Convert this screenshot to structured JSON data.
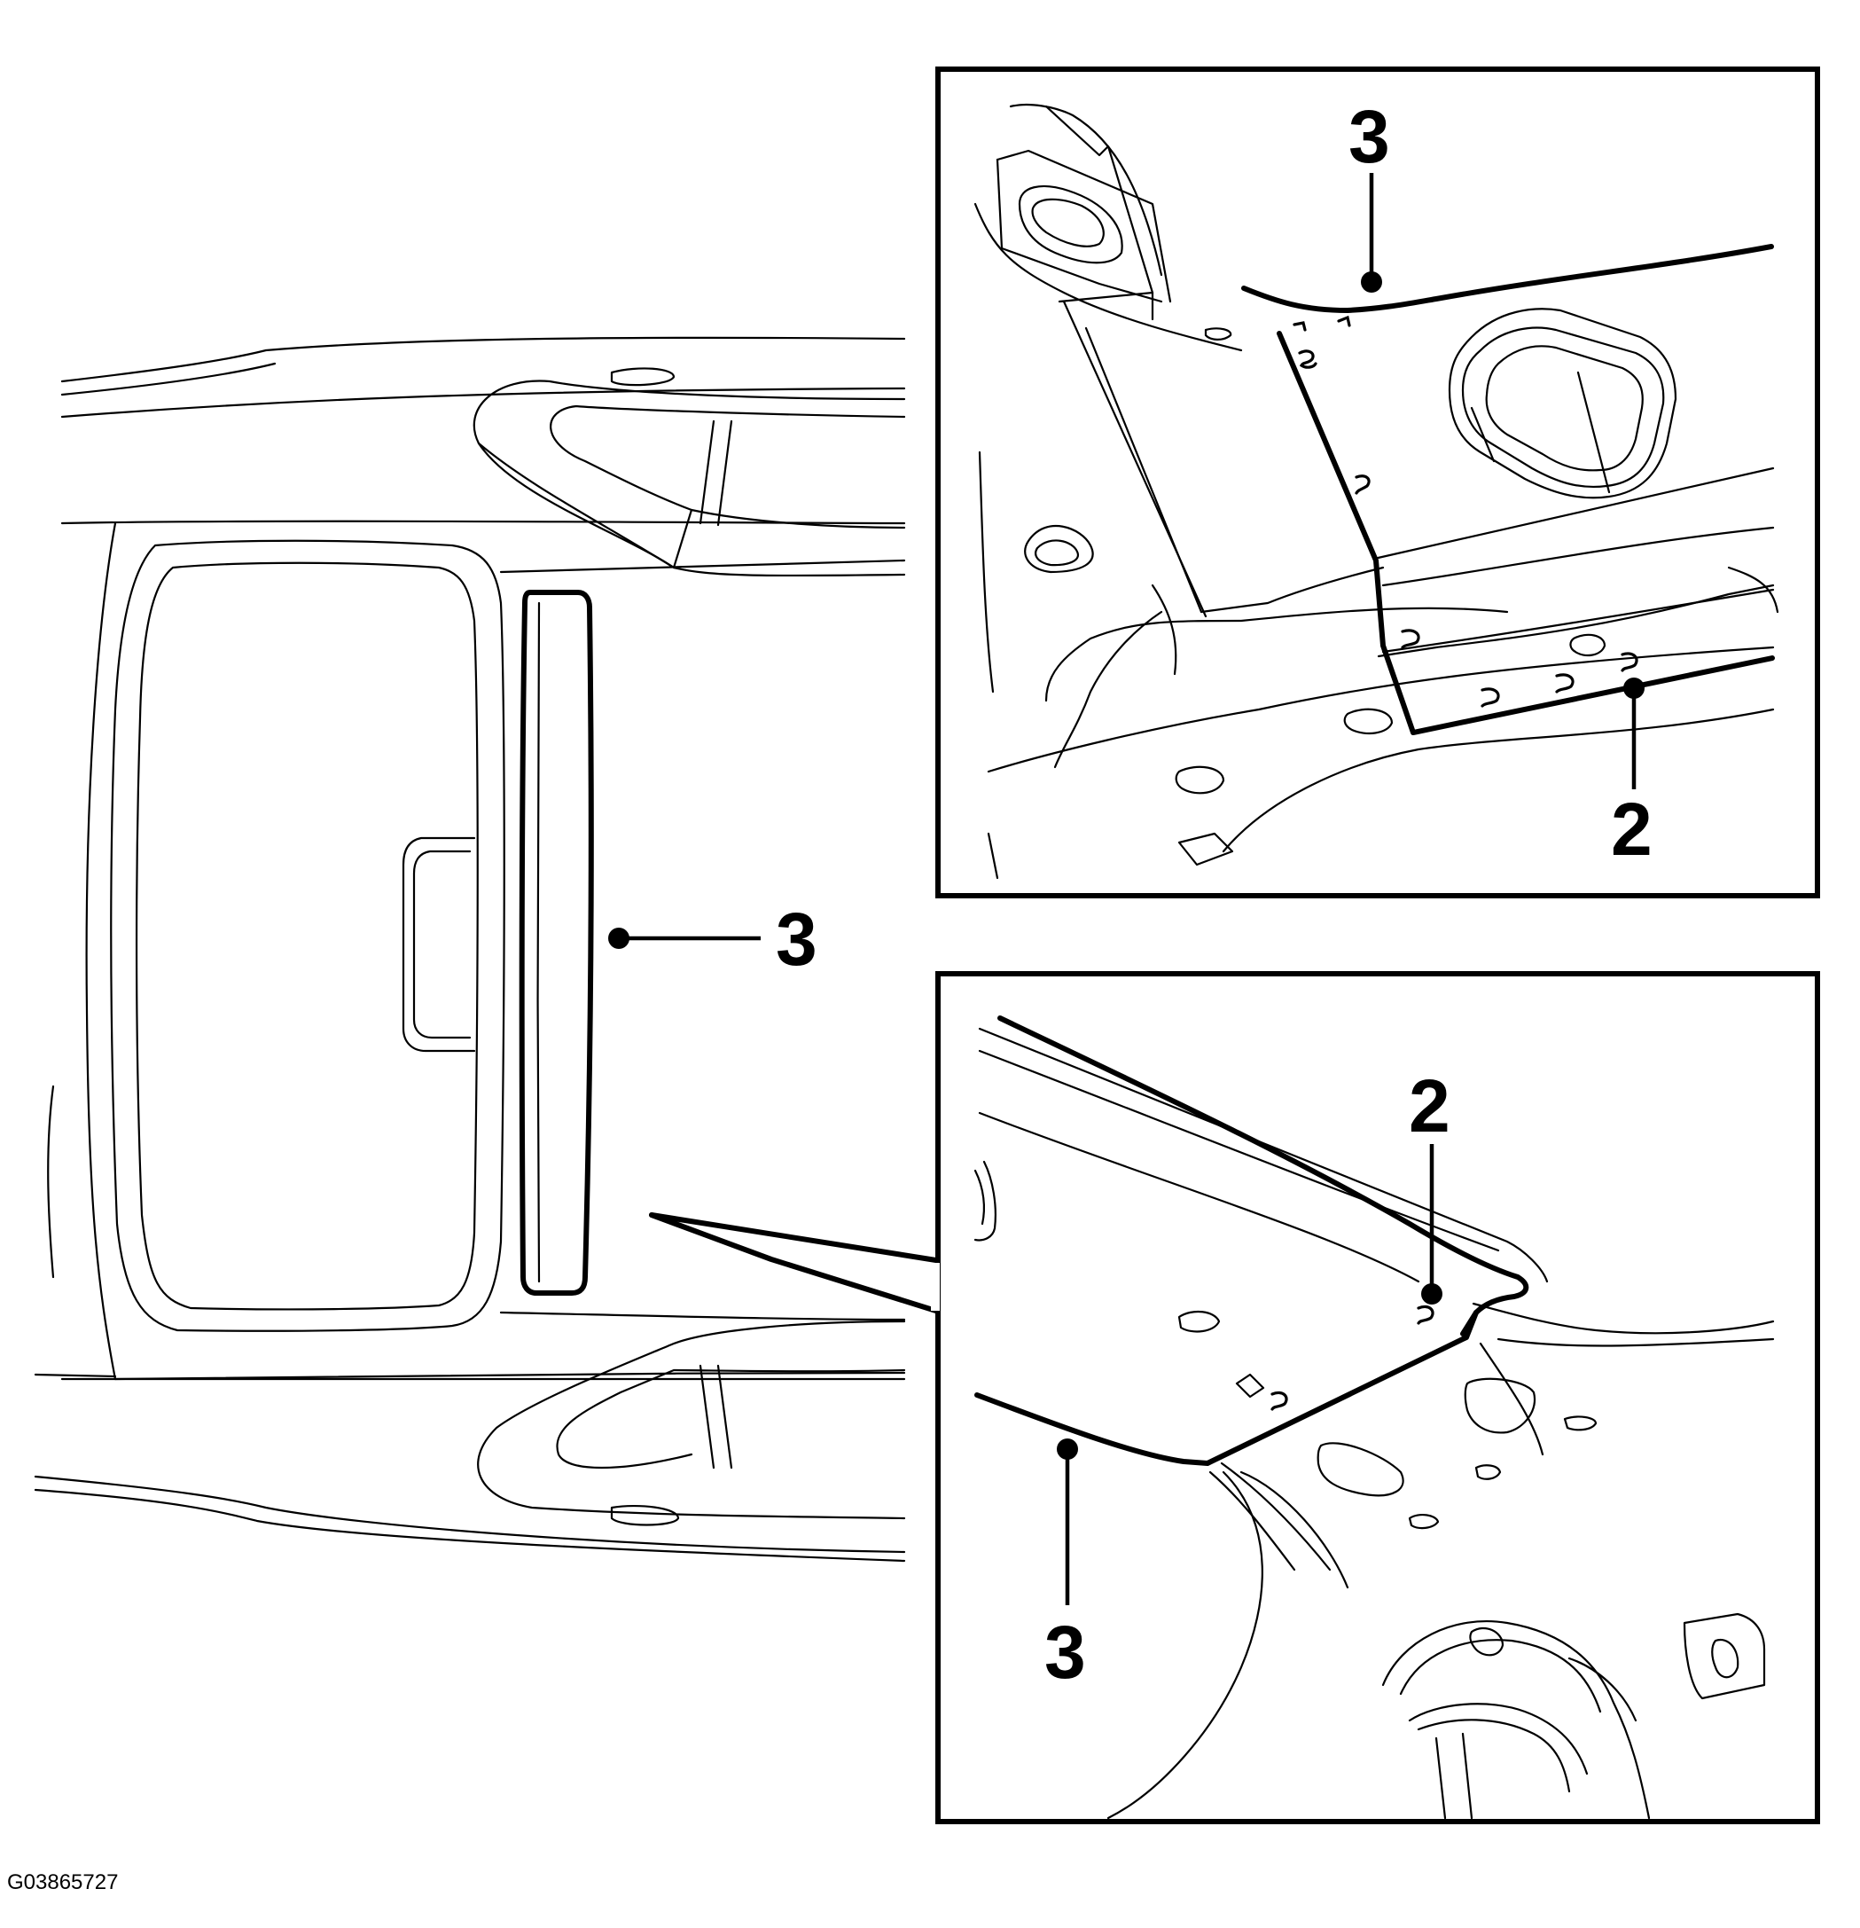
{
  "figure_id": "G03865727",
  "callouts": {
    "main_label": "3",
    "upper_inset_top": "3",
    "upper_inset_bottom": "2",
    "lower_inset_top": "2",
    "lower_inset_bottom": "3"
  },
  "colors": {
    "line": "#000000",
    "background": "#ffffff"
  }
}
